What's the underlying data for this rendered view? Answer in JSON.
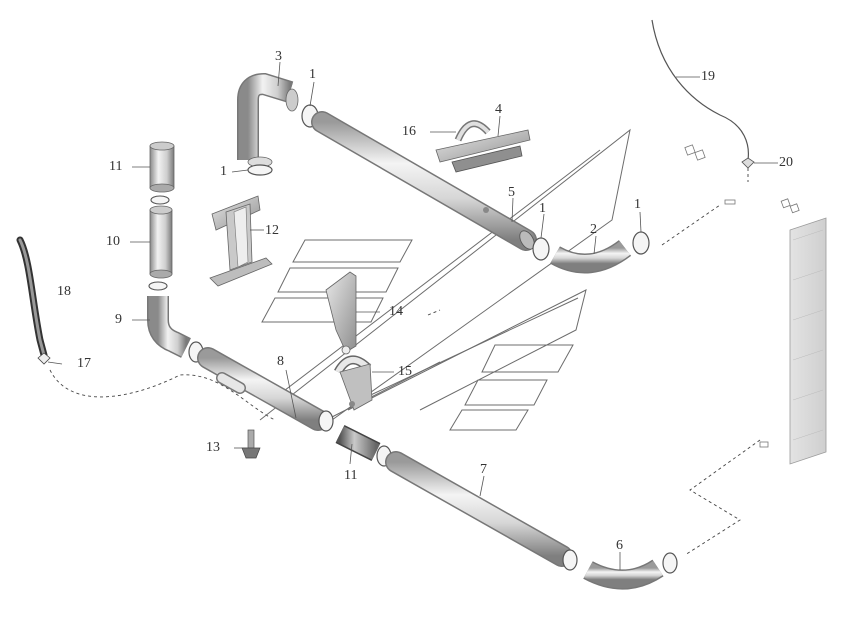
{
  "callouts": [
    {
      "id": "c1a",
      "label": "1"
    },
    {
      "id": "c1b",
      "label": "1"
    },
    {
      "id": "c1c",
      "label": "1"
    },
    {
      "id": "c1d",
      "label": "1"
    },
    {
      "id": "c2",
      "label": "2"
    },
    {
      "id": "c3",
      "label": "3"
    },
    {
      "id": "c4",
      "label": "4"
    },
    {
      "id": "c5",
      "label": "5"
    },
    {
      "id": "c6",
      "label": "6"
    },
    {
      "id": "c7",
      "label": "7"
    },
    {
      "id": "c8",
      "label": "8"
    },
    {
      "id": "c9",
      "label": "9"
    },
    {
      "id": "c10",
      "label": "10"
    },
    {
      "id": "c11a",
      "label": "11"
    },
    {
      "id": "c11b",
      "label": "11"
    },
    {
      "id": "c12",
      "label": "12"
    },
    {
      "id": "c13",
      "label": "13"
    },
    {
      "id": "c14",
      "label": "14"
    },
    {
      "id": "c15",
      "label": "15"
    },
    {
      "id": "c16",
      "label": "16"
    },
    {
      "id": "c17",
      "label": "17"
    },
    {
      "id": "c18",
      "label": "18"
    },
    {
      "id": "c19",
      "label": "19"
    },
    {
      "id": "c20",
      "label": "20"
    }
  ],
  "colors": {
    "pipe_light": "#f2f2f2",
    "pipe_mid": "#c8c8c8",
    "pipe_dark": "#7a7a7a",
    "line": "#555555"
  }
}
